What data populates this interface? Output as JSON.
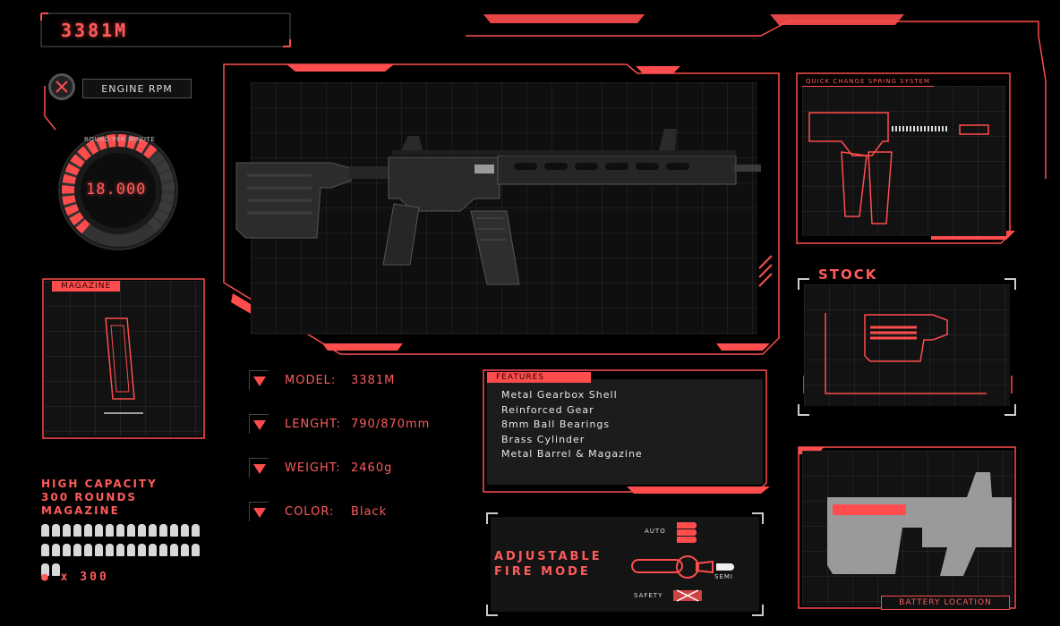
{
  "header": {
    "model_code": "3381M"
  },
  "rpm": {
    "badge_label": "ENGINE RPM",
    "caption": "ROUND PER MINUTE",
    "value": "18.000",
    "level": 0.65
  },
  "magazine": {
    "tab_label": "MAGAZINE",
    "headline": [
      "HIGH CAPACITY",
      "300 ROUNDS",
      "MAGAZINE"
    ],
    "count_label": "● x 300"
  },
  "specs": [
    {
      "label": "MODEL:",
      "value": "3381M"
    },
    {
      "label": "LENGHT:",
      "value": "790/870mm"
    },
    {
      "label": "WEIGHT:",
      "value": "2460g"
    },
    {
      "label": "COLOR:",
      "value": "Black"
    }
  ],
  "features": {
    "tab_label": "FEATURES",
    "items": [
      "Metal Gearbox Shell",
      "Reinforced Gear",
      "8mm Ball Bearings",
      "Brass Cylinder",
      "Metal Barrel & Magazine"
    ]
  },
  "fire_mode": {
    "title": [
      "ADJUSTABLE",
      "FIRE MODE"
    ],
    "auto_label": "AUTO",
    "semi_label": "SEMI",
    "safety_label": "SAFETY"
  },
  "spring": {
    "tab_label": "QUICK CHANGE SPRING SYSTEM"
  },
  "stock": {
    "title": "STOCK"
  },
  "battery": {
    "tab_label": "BATTERY LOCATION"
  },
  "colors": {
    "accent": "#ff4d4d",
    "panel": "#1c1c1c",
    "background": "#000000"
  },
  "icons": [
    "crosshair-icon",
    "triangle-marker-icon",
    "bullet-icon",
    "fire-selector-icon"
  ]
}
